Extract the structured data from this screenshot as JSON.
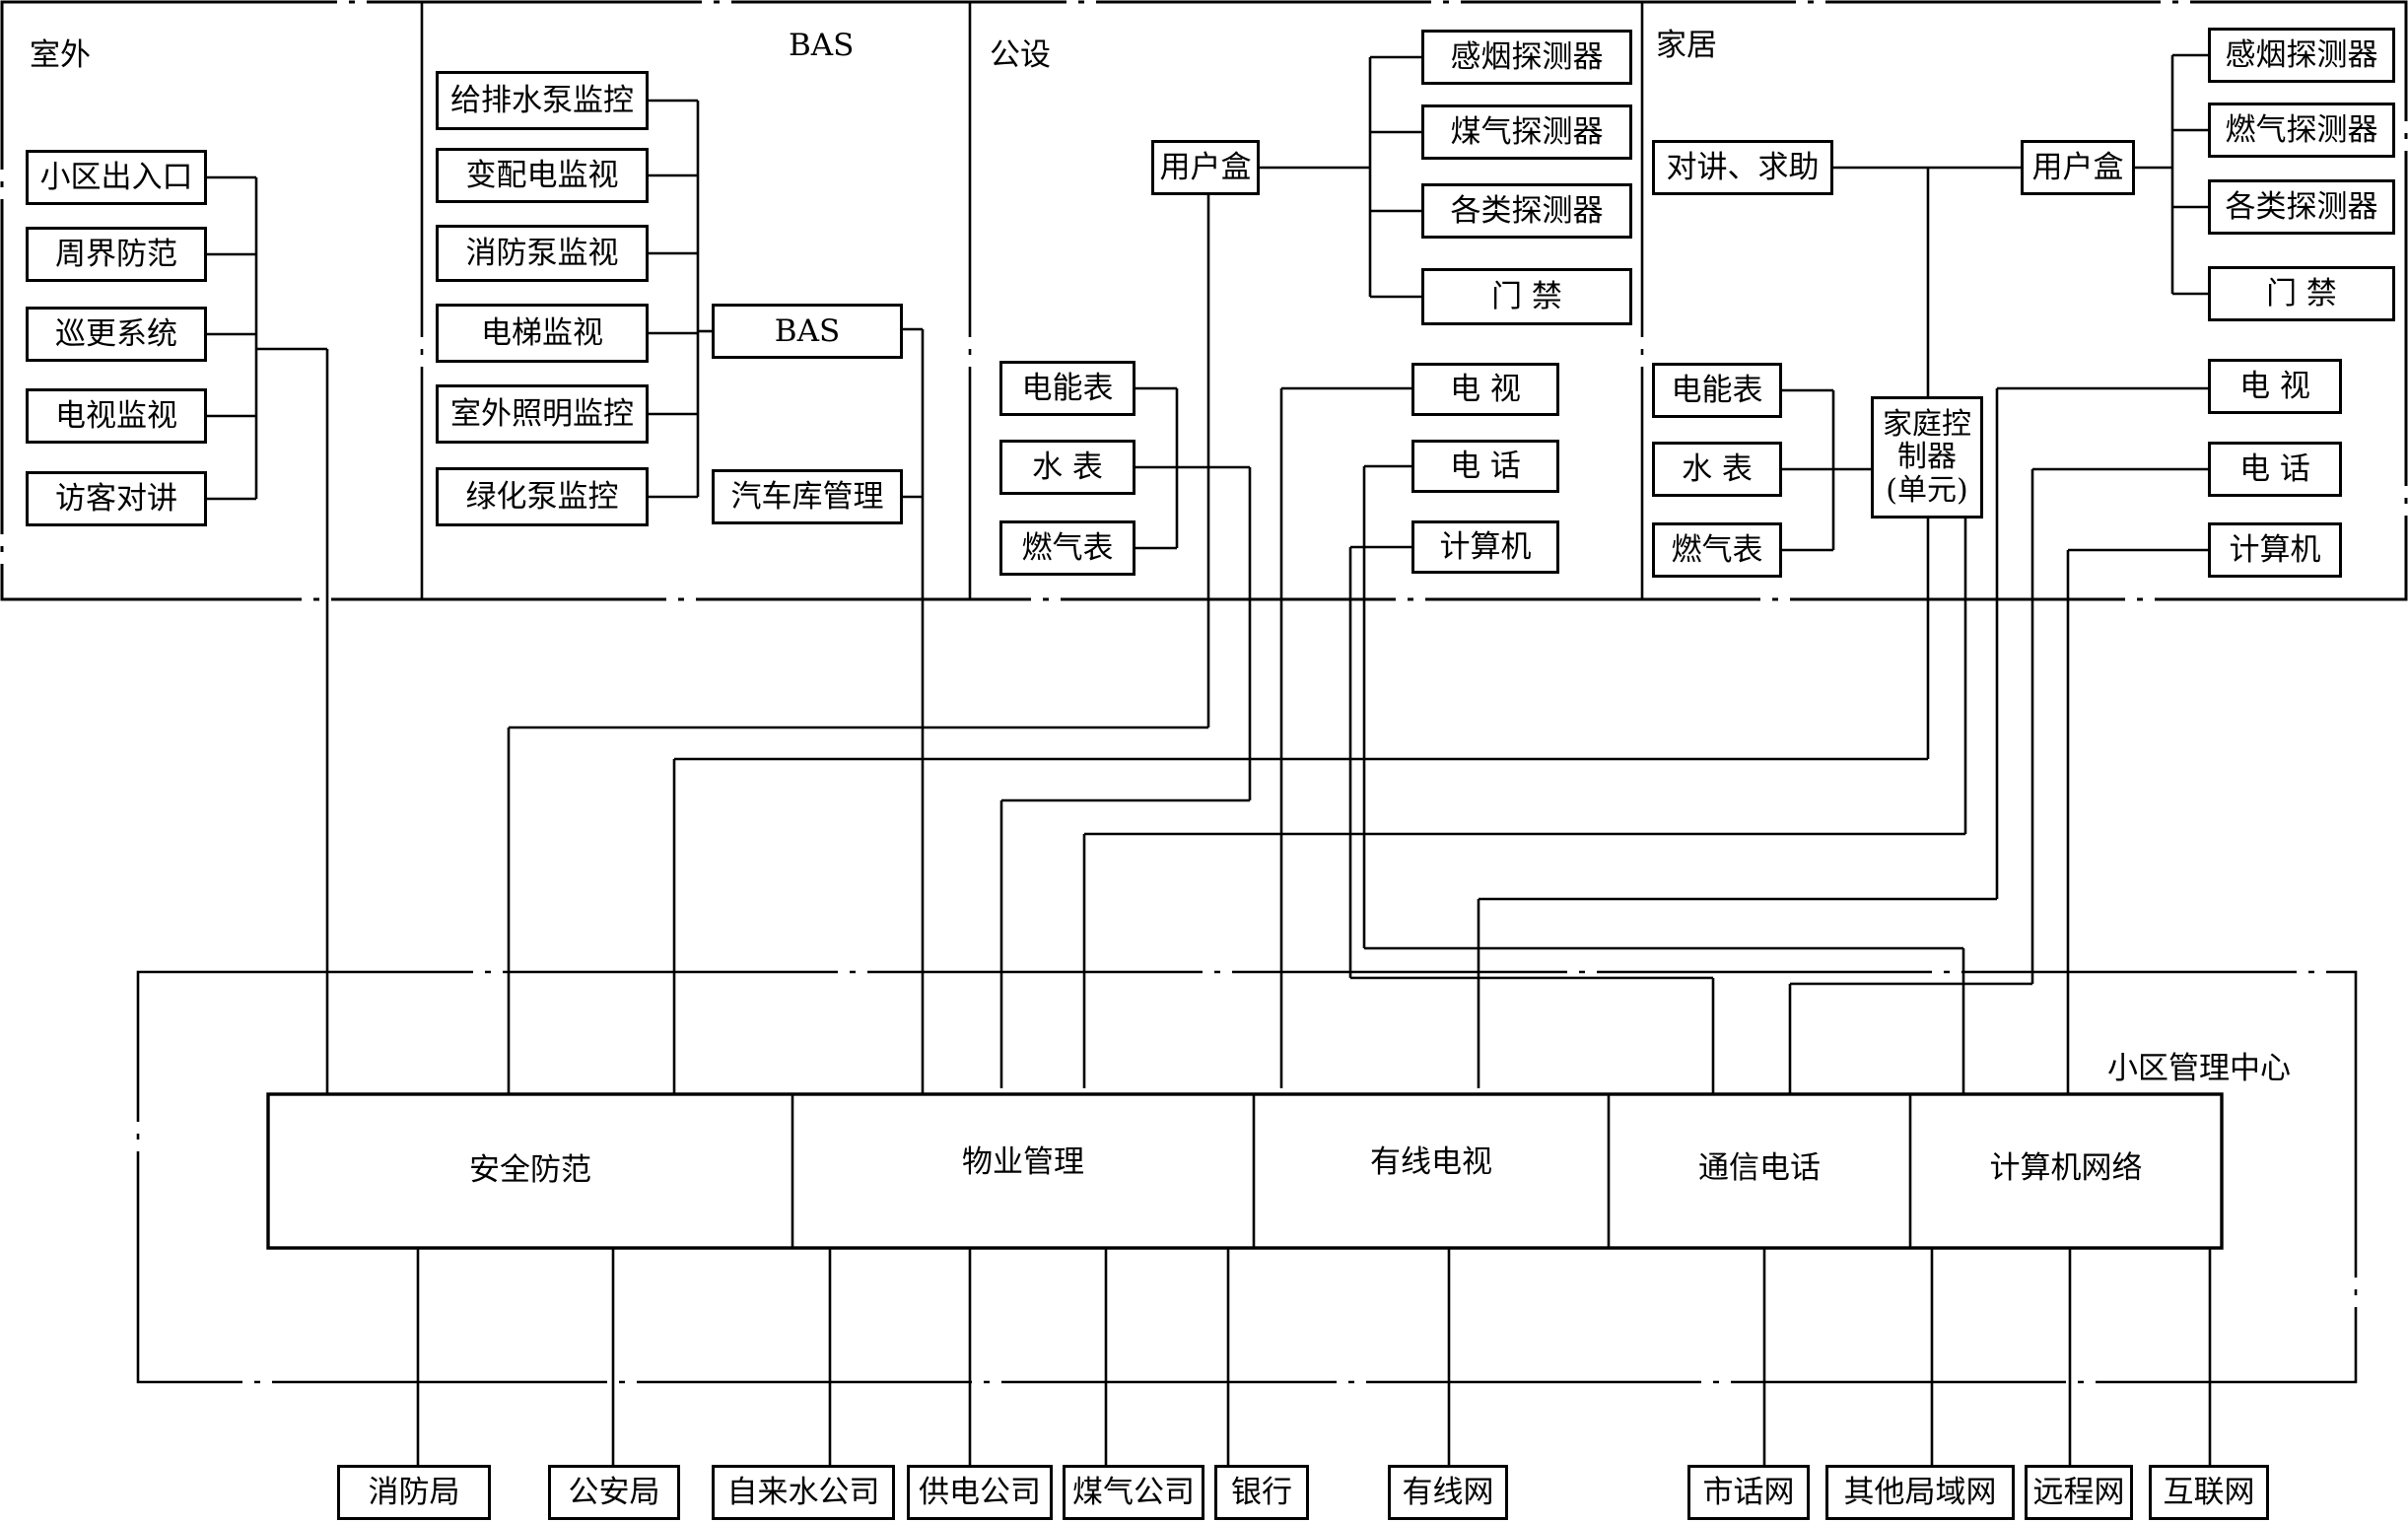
{
  "regions": {
    "outdoor": "室外",
    "bas": "BAS",
    "public": "公设",
    "home": "家居",
    "center": "小区管理中心"
  },
  "outdoor": {
    "items": [
      "小区出入口",
      "周界防范",
      "巡更系统",
      "电视监视",
      "访客对讲"
    ]
  },
  "bas": {
    "items": [
      "给排水泵监控",
      "变配电监视",
      "消防泵监视",
      "电梯监视",
      "室外照明监控",
      "绿化泵监控"
    ],
    "hub": "BAS",
    "garage": "汽车库管理"
  },
  "public": {
    "user_box": "用户盒",
    "detectors": [
      "感烟探测器",
      "煤气探测器",
      "各类探测器",
      "门  禁"
    ],
    "meters": [
      "电能表",
      "水  表",
      "燃气表"
    ],
    "media": [
      "电  视",
      "电  话",
      "计算机"
    ]
  },
  "home": {
    "intercom": "对讲、求助",
    "user_box": "用户盒",
    "detectors": [
      "感烟探测器",
      "燃气探测器",
      "各类探测器",
      "门  禁"
    ],
    "meters": [
      "电能表",
      "水  表",
      "燃气表"
    ],
    "controller": "家庭控制器(单元)",
    "media": [
      "电  视",
      "电  话",
      "计算机"
    ]
  },
  "center": {
    "modules": [
      "安全防范",
      "物业管理",
      "有线电视",
      "通信电话",
      "计算机网络"
    ]
  },
  "external": [
    "消防局",
    "公安局",
    "自来水公司",
    "供电公司",
    "煤气公司",
    "银行",
    "有线网",
    "市话网",
    "其他局域网",
    "远程网",
    "互联网"
  ]
}
